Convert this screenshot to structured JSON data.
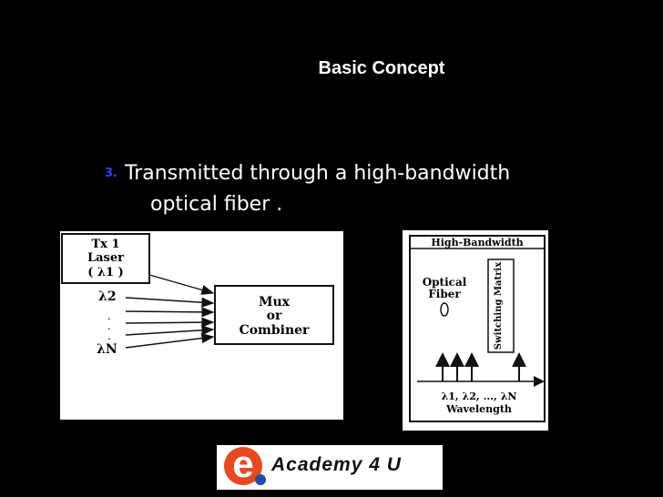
{
  "slide": {
    "title": "Basic Concept",
    "bullet_number": "3.",
    "bullet_line1": "Transmitted through a high-bandwidth",
    "bullet_line2": "optical fiber ."
  },
  "left_diagram": {
    "tx_line1": "Tx 1",
    "tx_line2": "Laser",
    "tx_line3": "( λ1 )",
    "lambda2": "λ2",
    "lambdaN": "λN",
    "mux_line1": "Mux",
    "mux_line2": "or",
    "mux_line3": "Combiner"
  },
  "right_diagram": {
    "header": "High-Bandwidth",
    "fiber_line1": "Optical",
    "fiber_line2": "Fiber",
    "switching": "Switching Matrix",
    "wavelengths": "λ1, λ2, ..., λN",
    "axis_label": "Wavelength"
  },
  "logo": {
    "letter": "e",
    "text": "Academy 4 U"
  },
  "colors": {
    "background": "#000000",
    "bullet_number": "#3a3aff",
    "logo_e": "#e8491f"
  }
}
